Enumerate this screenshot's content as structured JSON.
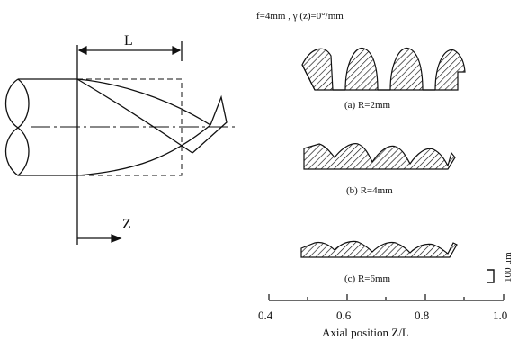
{
  "header": {
    "condition": "f=4mm , γ (z)=0°/mm"
  },
  "tool_sketch": {
    "length_label": "L",
    "axial_label": "Z"
  },
  "profiles": [
    {
      "label": "(a) R=2mm"
    },
    {
      "label": "(b) R=4mm"
    },
    {
      "label": "(c) R=6mm"
    }
  ],
  "scale_bar": {
    "label": "100 μm"
  },
  "axis": {
    "title": "Axial position  Z/L",
    "ticks": [
      "0.4",
      "0.6",
      "0.8",
      "1.0"
    ]
  }
}
